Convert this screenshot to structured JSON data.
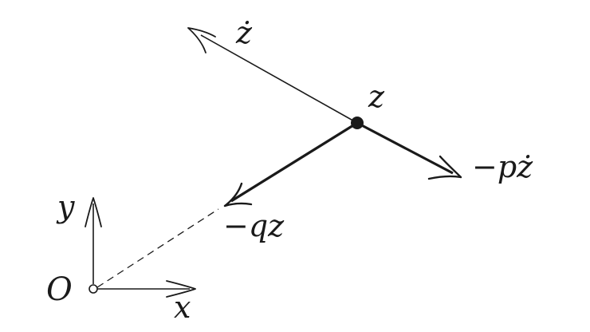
{
  "labels": {
    "z_dot": "ż",
    "z": "z",
    "minus_p_z_dot": "−pż",
    "minus_q_z": "−qz",
    "x_axis": "x",
    "y_axis": "y",
    "origin": "O"
  },
  "colors": {
    "ink": "#1a1a1a",
    "background": "#ffffff"
  }
}
